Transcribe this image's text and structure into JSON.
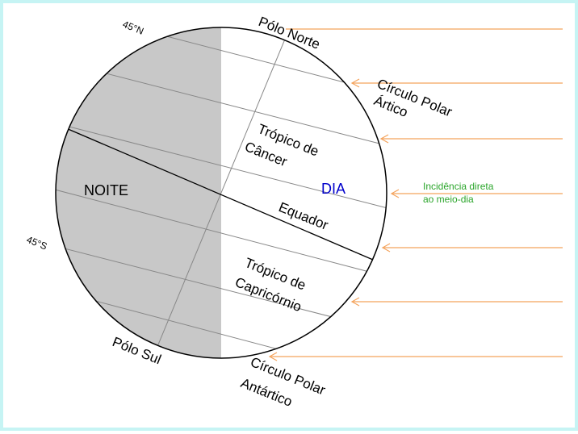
{
  "labels": {
    "north_pole": "Pólo Norte",
    "arctic_circle_line1": "Círculo Polar",
    "arctic_circle_line2": "Ártico",
    "tropic_cancer_line1": "Trópico de",
    "tropic_cancer_line2": "Câncer",
    "day": "DIA",
    "night": "NOITE",
    "equator": "Equador",
    "tropic_capricorn_line1": "Trópico de",
    "tropic_capricorn_line2": "Capricórnio",
    "south_pole": "Pólo Sul",
    "antarctic_circle_line1": "Círculo Polar",
    "antarctic_circle_line2": "Antártico",
    "lat_45n": "45°N",
    "lat_45s": "45°S",
    "direct_incidence_line1": "Incidência direta",
    "direct_incidence_line2": "ao meio-dia"
  },
  "colors": {
    "frame": "#c6f4f4",
    "night_shade": "#c8c8c8",
    "sun_rays": "#f4a35c",
    "day_label": "#0000cc",
    "incidence_label": "#2aa52a",
    "latitude_lines": "#888888"
  }
}
